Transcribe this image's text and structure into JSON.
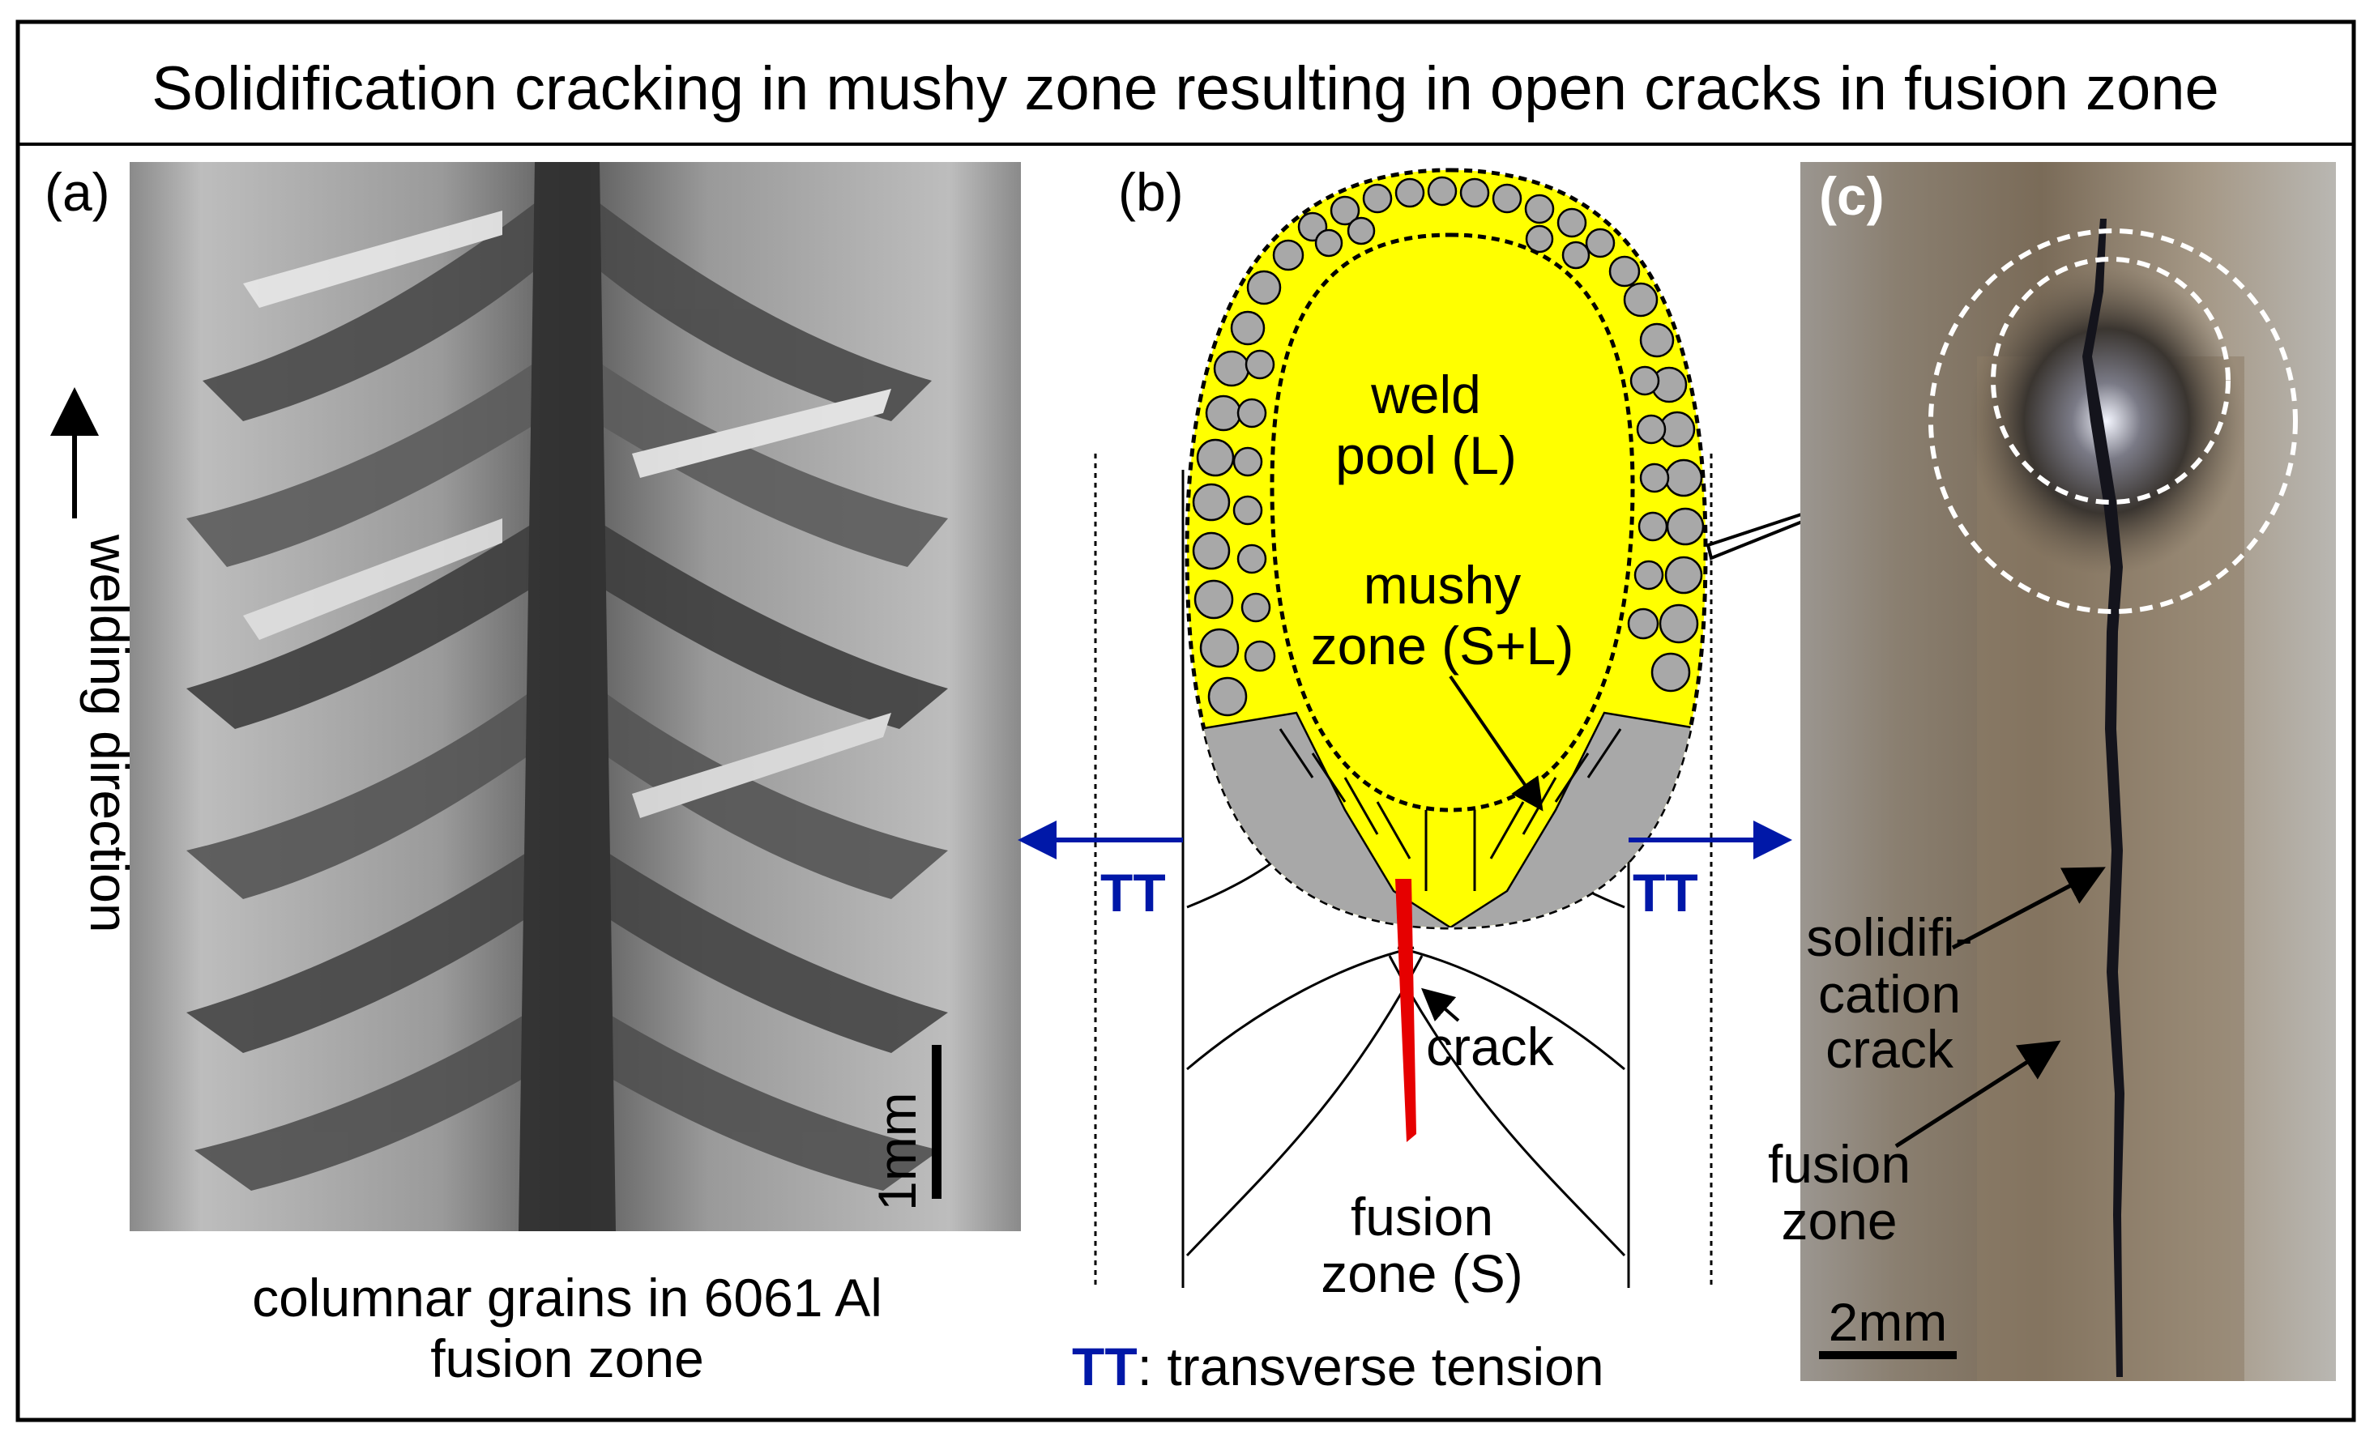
{
  "title": "Solidification cracking in mushy zone resulting in open cracks in fusion zone",
  "panel_a": {
    "label": "(a)",
    "direction_label": "welding direction",
    "scale_bar": "1mm",
    "caption_line1": "columnar grains in 6061 Al",
    "caption_line2": "fusion zone"
  },
  "panel_b": {
    "label": "(b)",
    "weld_pool_line1": "weld",
    "weld_pool_line2": "pool (L)",
    "mushy_line1": "mushy",
    "mushy_line2": "zone (S+L)",
    "crack": "crack",
    "fusion_line1": "fusion",
    "fusion_line2": "zone (S)",
    "tt_left": "TT",
    "tt_right": "TT",
    "legend_abbrev": "TT",
    "legend_text": ": transverse tension"
  },
  "panel_c": {
    "label": "(c)",
    "crack_line1": "solidifi-",
    "crack_line2": "cation",
    "crack_line3": "crack",
    "fusion_line1": "fusion",
    "fusion_line2": "zone",
    "scale_bar": "2mm"
  },
  "colors": {
    "weld_pool": "#ffff00",
    "grains": "#a8a8a8",
    "crack": "#e60000",
    "tension_arrow": "#0018a8",
    "frame": "#000000"
  }
}
